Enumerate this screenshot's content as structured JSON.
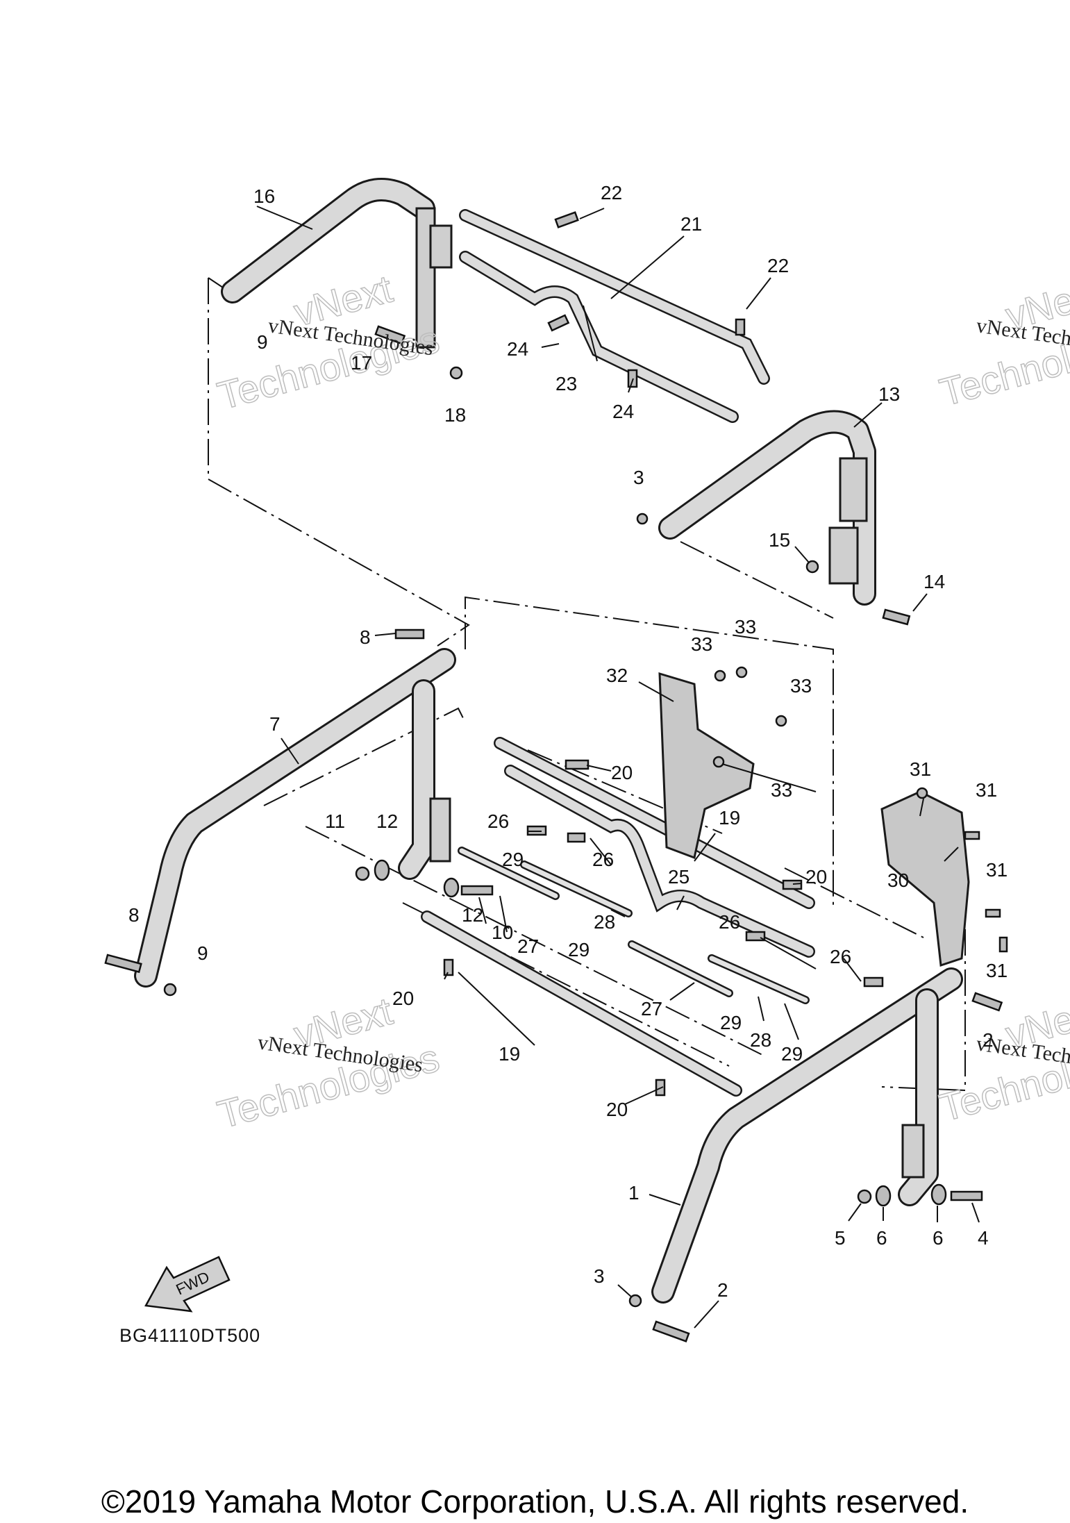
{
  "callouts": [
    {
      "n": "16"
    },
    {
      "n": "22"
    },
    {
      "n": "21"
    },
    {
      "n": "22"
    },
    {
      "n": "9"
    },
    {
      "n": "17"
    },
    {
      "n": "18"
    },
    {
      "n": "24"
    },
    {
      "n": "23"
    },
    {
      "n": "24"
    },
    {
      "n": "13"
    },
    {
      "n": "3"
    },
    {
      "n": "15"
    },
    {
      "n": "14"
    },
    {
      "n": "8"
    },
    {
      "n": "32"
    },
    {
      "n": "33"
    },
    {
      "n": "33"
    },
    {
      "n": "33"
    },
    {
      "n": "7"
    },
    {
      "n": "20"
    },
    {
      "n": "33"
    },
    {
      "n": "31"
    },
    {
      "n": "31"
    },
    {
      "n": "11"
    },
    {
      "n": "12"
    },
    {
      "n": "26"
    },
    {
      "n": "19"
    },
    {
      "n": "26"
    },
    {
      "n": "29"
    },
    {
      "n": "20"
    },
    {
      "n": "30"
    },
    {
      "n": "31"
    },
    {
      "n": "25"
    },
    {
      "n": "12"
    },
    {
      "n": "10"
    },
    {
      "n": "28"
    },
    {
      "n": "8"
    },
    {
      "n": "27"
    },
    {
      "n": "29"
    },
    {
      "n": "26"
    },
    {
      "n": "9"
    },
    {
      "n": "31"
    },
    {
      "n": "26"
    },
    {
      "n": "20"
    },
    {
      "n": "27"
    },
    {
      "n": "29"
    },
    {
      "n": "2"
    },
    {
      "n": "28"
    },
    {
      "n": "19"
    },
    {
      "n": "29"
    },
    {
      "n": "20"
    },
    {
      "n": "1"
    },
    {
      "n": "5"
    },
    {
      "n": "6"
    },
    {
      "n": "6"
    },
    {
      "n": "4"
    },
    {
      "n": "3"
    },
    {
      "n": "2"
    }
  ],
  "watermark": {
    "line1": "vNext Technologies",
    "line2_big": "vNext",
    "line3_big": "Technologies"
  },
  "fwd_label": "FWD",
  "diagram_code": "BG41110DT500",
  "copyright": "©2019 Yamaha Motor Corporation, U.S.A. All rights reserved."
}
